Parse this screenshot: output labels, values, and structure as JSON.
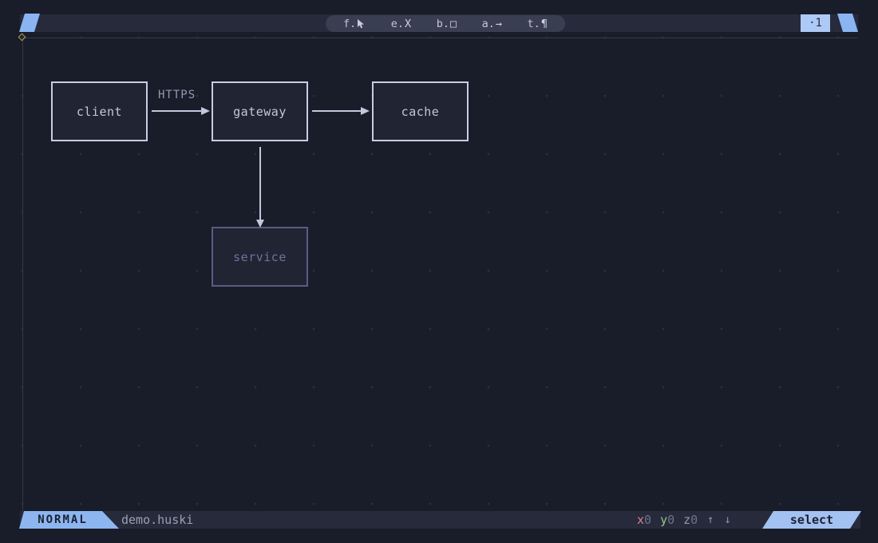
{
  "topbar": {
    "tools": [
      {
        "prefix": "f.",
        "glyph": "",
        "name": "select"
      },
      {
        "prefix": "e.",
        "glyph": "X",
        "name": "erase"
      },
      {
        "prefix": "b.",
        "glyph": "□",
        "name": "box"
      },
      {
        "prefix": "a.",
        "glyph": "→",
        "name": "arrow"
      },
      {
        "prefix": "t.",
        "glyph": "¶",
        "name": "text"
      }
    ],
    "page_badge": "·1"
  },
  "diagram": {
    "nodes": [
      {
        "label": "client",
        "state": "normal"
      },
      {
        "label": "gateway",
        "state": "normal"
      },
      {
        "label": "cache",
        "state": "normal"
      },
      {
        "label": "service",
        "state": "dimmed"
      }
    ],
    "edge_label": "HTTPS"
  },
  "statusbar": {
    "mode": "NORMAL",
    "filename": "demo.huski",
    "coords": [
      {
        "axis": "x",
        "value": "0"
      },
      {
        "axis": "y",
        "value": "0"
      },
      {
        "axis": "z",
        "value": "0"
      }
    ],
    "up_arrow": "↑",
    "down_arrow": "↓",
    "active_tool": "select"
  },
  "colors": {
    "accent_blue": "#8ab5f2",
    "badge_blue": "#adc9f6",
    "node_border": "#c9cde1",
    "node_border_dim": "#575d83",
    "axis_x": "#d9808f",
    "axis_y": "#8ecb90",
    "axis_z": "#9298ab",
    "origin_marker": "#b3a14c"
  }
}
